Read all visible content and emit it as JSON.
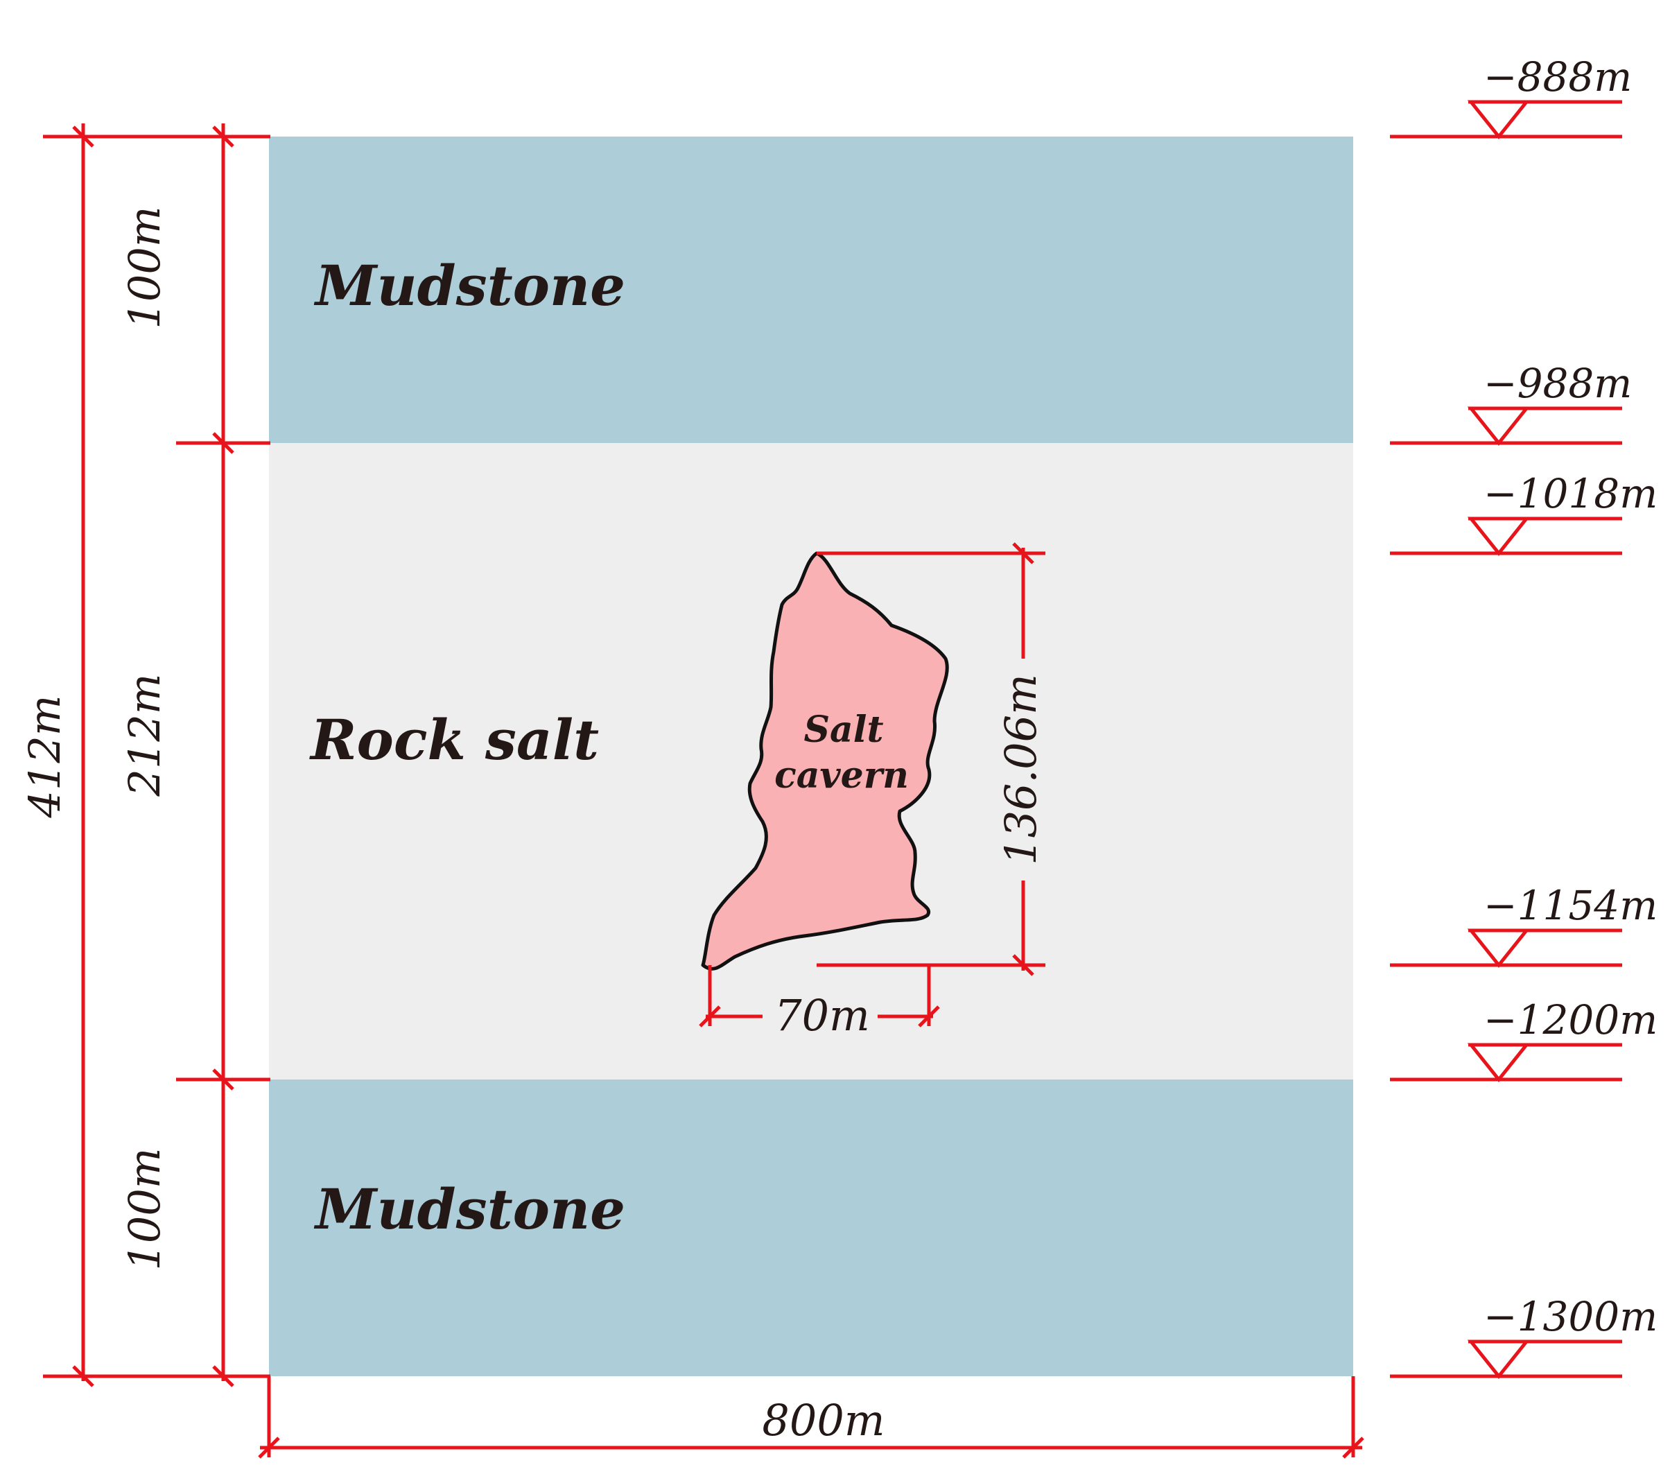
{
  "layers": {
    "top": "Mudstone",
    "middle": "Rock salt",
    "bottom": "Mudstone"
  },
  "cavern": {
    "line1": "Salt",
    "line2": "cavern",
    "height": "136.06m",
    "width": "70m"
  },
  "dimensions": {
    "total": "412m",
    "top_layer": "100m",
    "middle_layer": "212m",
    "bottom_layer": "100m",
    "width": "800m"
  },
  "elevations": [
    "−888m",
    "−988m",
    "−1018m",
    "−1154m",
    "−1200m",
    "−1300m"
  ],
  "colors": {
    "mudstone": "#adcdd9",
    "rock_salt": "#eeeeee",
    "cavern": "#f9b1b4",
    "dimension_lines": "#e8141b",
    "text": "#231815"
  }
}
